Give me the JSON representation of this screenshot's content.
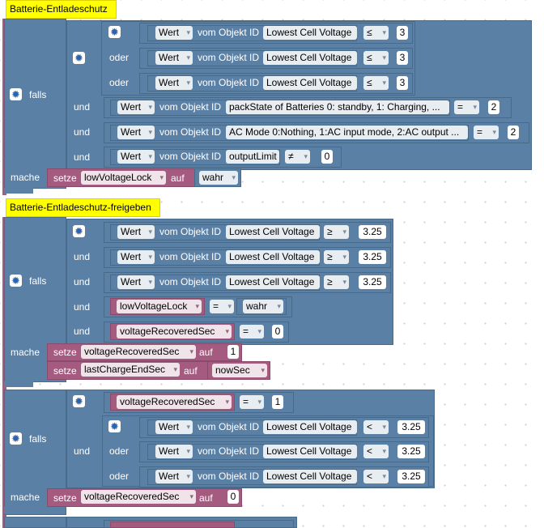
{
  "hats": [
    "Batterie-Entladeschutz",
    "Batterie-Entladeschutz-freigeben"
  ],
  "kw": {
    "falls": "falls",
    "mache": "mache",
    "und": "und",
    "oder": "oder",
    "setze": "setze",
    "auf": "auf",
    "vom": "vom Objekt ID",
    "wert": "Wert"
  },
  "objs": {
    "lcv": "Lowest Cell Voltage",
    "pack": "packState of Batteries 0: standby, 1: Charging, ...",
    "acm": "AC Mode 0:Nothing, 1:AC input mode, 2:AC output ...",
    "out": "outputLimit"
  },
  "ops": {
    "le": "≤",
    "ge": "≥",
    "lt": "<",
    "eq": "=",
    "ne": "≠"
  },
  "vars": {
    "lvl": "lowVoltageLock",
    "vrs": "voltageRecoveredSec",
    "lce": "lastChargeEndSec",
    "now": "nowSec"
  },
  "vals": {
    "three": "3",
    "two": "2",
    "zero": "0",
    "one": "1",
    "v325": "3.25",
    "wahr": "wahr"
  }
}
